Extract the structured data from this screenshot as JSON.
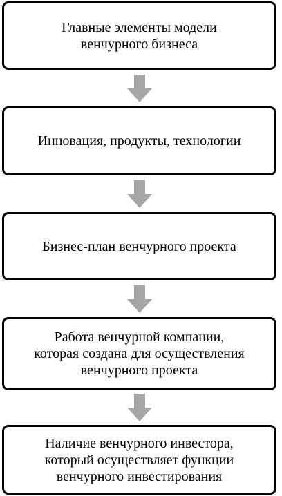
{
  "diagram": {
    "boxes": [
      {
        "text": "Главные элементы модели\nвенчурного бизнеса"
      },
      {
        "text": "Инновация, продукты, технологии"
      },
      {
        "text": "Бизнес-план венчурного проекта"
      },
      {
        "text": "Работа венчурной компании,\nкоторая создана для осуществления\nвенчурного проекта"
      },
      {
        "text": "Наличие венчурного инвестора,\nкоторый осуществляет функции\nвенчурного инвестирования"
      }
    ],
    "arrow_color": "#a6a6a6",
    "border_color": "#000000"
  }
}
